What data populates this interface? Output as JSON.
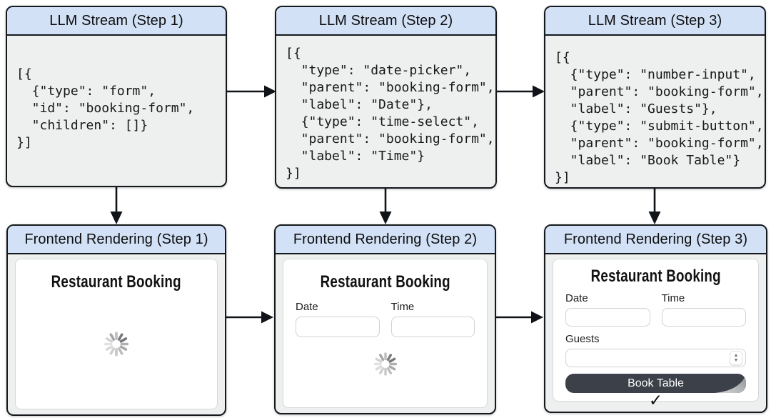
{
  "diagram": {
    "llm_panels": [
      {
        "title": "LLM Stream (Step 1)",
        "code": "[{\n  {\"type\": \"form\",\n  \"id\": \"booking-form\",\n  \"children\": []}\n}]"
      },
      {
        "title": "LLM Stream (Step 2)",
        "code": "[{\n  \"type\": \"date-picker\",\n  \"parent\": \"booking-form\",\n  \"label\": \"Date\"},\n  {\"type\": \"time-select\",\n  \"parent\": \"booking-form\",\n  \"label\": \"Time\"}\n}]"
      },
      {
        "title": "LLM Stream (Step 3)",
        "code": "[{\n  {\"type\": \"number-input\",\n  \"parent\": \"booking-form\",\n  \"label\": \"Guests\"},\n  {\"type\": \"submit-button\",\n  \"parent\": \"booking-form\",\n  \"label\": \"Book Table\"}\n}]"
      }
    ],
    "frontend_panels": [
      {
        "title": "Frontend Rendering (Step 1)",
        "form_title": "Restaurant Booking"
      },
      {
        "title": "Frontend Rendering (Step 2)",
        "form_title": "Restaurant Booking",
        "date_label": "Date",
        "time_label": "Time"
      },
      {
        "title": "Frontend Rendering (Step 3)",
        "form_title": "Restaurant Booking",
        "date_label": "Date",
        "time_label": "Time",
        "guests_label": "Guests",
        "submit_label": "Book Table"
      }
    ]
  },
  "icons": {
    "checkmark": "✓",
    "stepper_up": "▲",
    "stepper_down": "▼"
  },
  "colors": {
    "header_bg": "#d3e1f6",
    "panel_body_bg": "#eef0ef",
    "border": "#15181c",
    "button_bg": "#3b4049",
    "button_text": "#ffffff"
  }
}
